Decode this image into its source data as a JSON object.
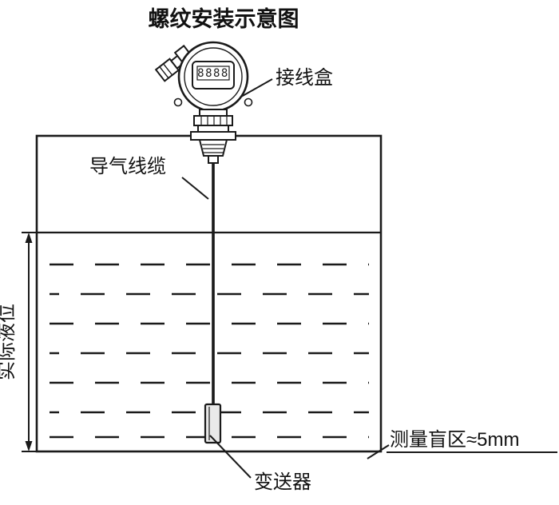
{
  "title": "螺纹安装示意图",
  "display": {
    "value": "8888"
  },
  "labels": {
    "junction_box": "接线盒",
    "air_cable": "导气线缆",
    "actual_level": "实际液位",
    "blind_zone": "测量盲区≈5mm",
    "transmitter": "变送器"
  },
  "colors": {
    "line": "#1a1a1a",
    "background": "#ffffff"
  }
}
